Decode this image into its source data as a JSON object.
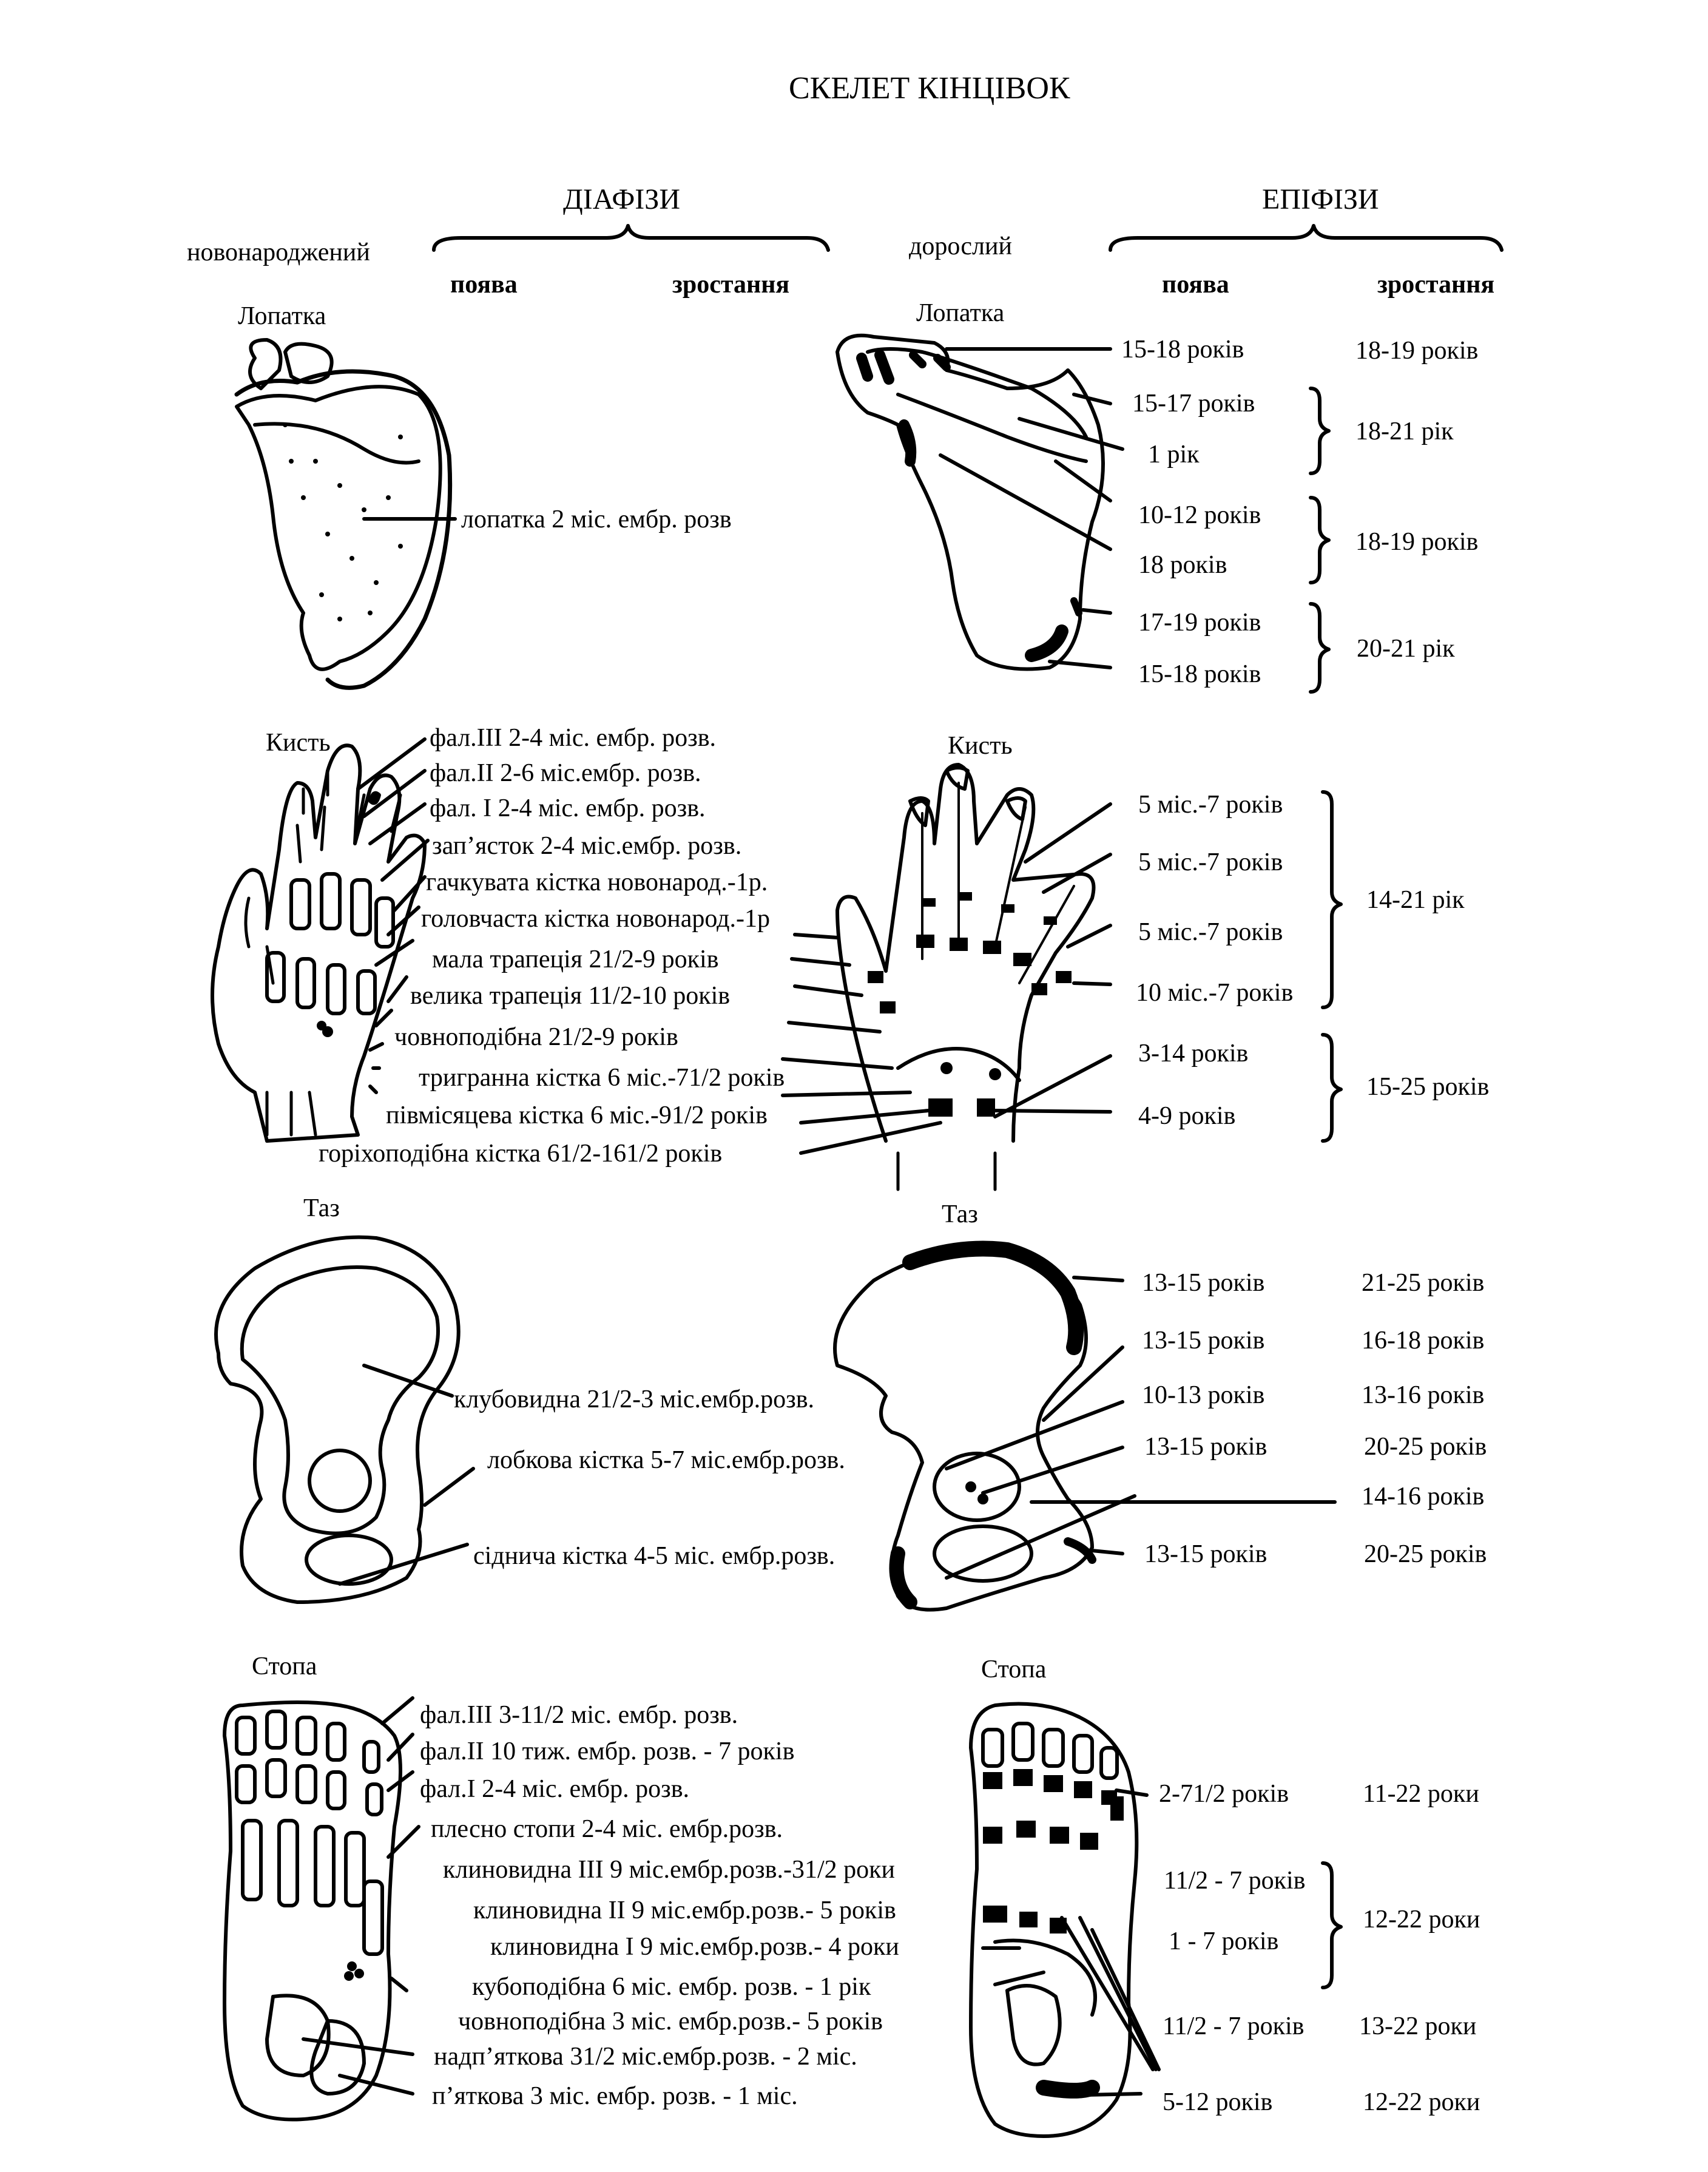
{
  "title": "СКЕЛЕТ КІНЦІВОК",
  "headers": {
    "diaphyses": "ДІАФІЗИ",
    "epiphyses": "ЕПІФІЗИ",
    "newborn": "новонароджений",
    "adult": "дорослий",
    "appearance": "поява",
    "fusion": "зростання"
  },
  "sections": {
    "scapula_left_title": "Лопатка",
    "scapula_right_title": "Лопатка",
    "hand_left_title": "Кисть",
    "hand_right_title": "Кисть",
    "pelvis_left_title": "Таз",
    "pelvis_right_title": "Таз",
    "foot_left_title": "Стопа",
    "foot_right_title": "Стопа"
  },
  "left_labels": {
    "scapula": "лопатка 2 міс. ембр. розв",
    "hand": [
      "фал.III 2-4 міс. ембр. розв.",
      "фал.II 2-6 міс.ембр. розв.",
      "фал. I 2-4 міс. ембр. розв.",
      "зап’ясток 2-4 міс.ембр. розв.",
      "гачкувата кістка новонарод.-1р.",
      "головчаста кістка новонарод.-1р",
      "мала трапеція 21/2-9 років",
      "велика трапеція 11/2-10 років",
      "човноподібна 21/2-9 років",
      "тригранна кістка 6 міс.-71/2 років",
      "півмісяцева кістка 6 міс.-91/2 років",
      "горіхоподібна кістка 61/2-161/2 років"
    ],
    "pelvis": [
      "клубовидна 21/2-3 міс.ембр.розв.",
      "лобкова кістка 5-7 міс.ембр.розв.",
      "сіднича кістка 4-5 міс. ембр.розв."
    ],
    "foot": [
      "фал.III 3-11/2 міс. ембр. розв.",
      "фал.II 10 тиж. ембр. розв. - 7 років",
      "фал.I 2-4 міс. ембр. розв.",
      "плесно стопи 2-4 міс.  ембр.розв.",
      "клиновидна III 9 міс.ембр.розв.-31/2 роки",
      "клиновидна II 9 міс.ембр.розв.- 5 років",
      "клиновидна I 9 міс.ембр.розв.- 4 роки",
      "кубоподібна 6 міс. ембр. розв. - 1 рік",
      "човноподібна 3 міс. ембр.розв.- 5 років",
      "надп’яткова 31/2 міс.ембр.розв. - 2 міс.",
      "п’яткова 3 міс. ембр. розв. - 1 міс."
    ]
  },
  "right_labels": {
    "scapula_appear": [
      "15-18 років",
      "15-17 років",
      "1 рік",
      "10-12 років",
      "18 років",
      "17-19 років",
      "15-18 років"
    ],
    "scapula_fuse": [
      "18-19 років",
      "18-21 рік",
      "18-19 років",
      "20-21 рік"
    ],
    "hand_appear": [
      "5 міс.-7 років",
      "5 міс.-7 років",
      "5 міс.-7 років",
      "10 міс.-7 років",
      "3-14 років",
      "4-9 років"
    ],
    "hand_fuse": [
      "14-21 рік",
      "15-25 років"
    ],
    "pelvis_appear": [
      "13-15 років",
      "13-15 років",
      "10-13 років",
      "13-15 років",
      "14-16 років",
      "13-15 років"
    ],
    "pelvis_fuse": [
      "21-25 років",
      "16-18 років",
      "13-16 років",
      "20-25 років",
      "20-25 років"
    ],
    "foot_appear": [
      "2-71/2 років",
      "11/2 - 7 років",
      "1 - 7 років",
      "11/2 - 7 років",
      "5-12 років"
    ],
    "foot_fuse": [
      "11-22 роки",
      "12-22 роки",
      "13-22 роки",
      "12-22 роки"
    ]
  }
}
